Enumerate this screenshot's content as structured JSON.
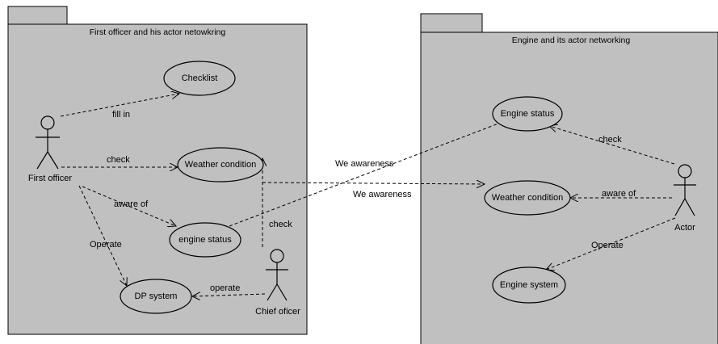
{
  "packages": {
    "left": {
      "title": "First officer and his actor netowkring"
    },
    "right": {
      "title": "Engine and its actor networking"
    }
  },
  "use_cases": {
    "checklist": "Checklist",
    "weather_left": "Weather condition",
    "engine_status_left": "engine status",
    "dp_system": "DP system",
    "engine_status_right": "Engine status",
    "weather_right": "Weather condition",
    "engine_system": "Engine system"
  },
  "actors": {
    "first_officer": "First officer",
    "chief_officer": "Chief oficer",
    "actor": "Actor"
  },
  "edge_labels": {
    "fill_in": "fill in",
    "check_fo_weather": "check",
    "aware_of_fo": "aware of",
    "operate_fo": "Operate",
    "operate_co": "operate",
    "check_co": "check",
    "we_awareness_1": "We awareness",
    "we_awareness_2": "We awareness",
    "check_actor": "check",
    "aware_of_actor": "aware of",
    "operate_actor": "Operate"
  }
}
